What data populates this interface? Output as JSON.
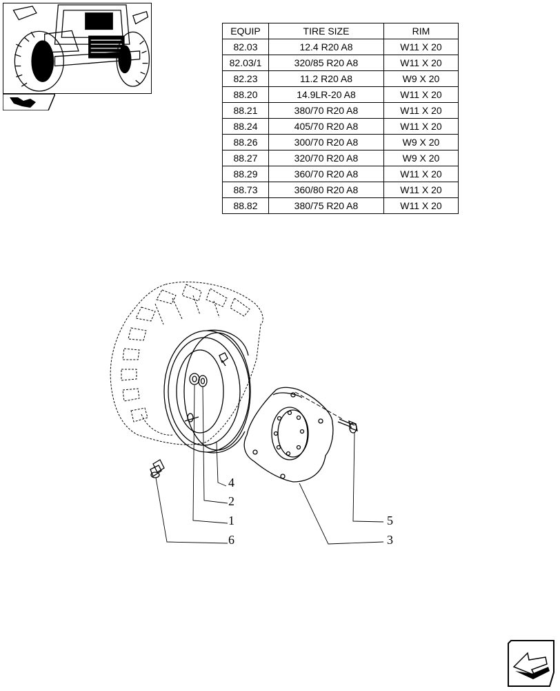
{
  "table": {
    "headers": [
      "EQUIP",
      "TIRE SIZE",
      "RIM"
    ],
    "rows": [
      [
        "82.03",
        "12.4 R20 A8",
        "W11 X 20"
      ],
      [
        "82.03/1",
        "320/85 R20 A8",
        "W11 X 20"
      ],
      [
        "82.23",
        "11.2 R20 A8",
        "W9 X 20"
      ],
      [
        "88.20",
        "14.9LR-20 A8",
        "W11 X 20"
      ],
      [
        "88.21",
        "380/70 R20 A8",
        "W11 X 20"
      ],
      [
        "88.24",
        "405/70 R20 A8",
        "W11 X 20"
      ],
      [
        "88.26",
        "300/70 R20 A8",
        "W9 X 20"
      ],
      [
        "88.27",
        "320/70 R20 A8",
        "W9 X 20"
      ],
      [
        "88.29",
        "360/70 R20  A8",
        "W11 X 20"
      ],
      [
        "88.73",
        "360/80 R20 A8",
        "W11 X 20"
      ],
      [
        "88.82",
        "380/75 R20 A8",
        "W11 X 20"
      ]
    ]
  },
  "callouts": {
    "c1": "1",
    "c2": "2",
    "c3": "3",
    "c4": "4",
    "c5": "5",
    "c6": "6"
  },
  "icons": {
    "thumbnail": "tractor-front-wheels-thumbnail",
    "section": "section-tab-icon",
    "next": "next-page-arrow-icon"
  }
}
